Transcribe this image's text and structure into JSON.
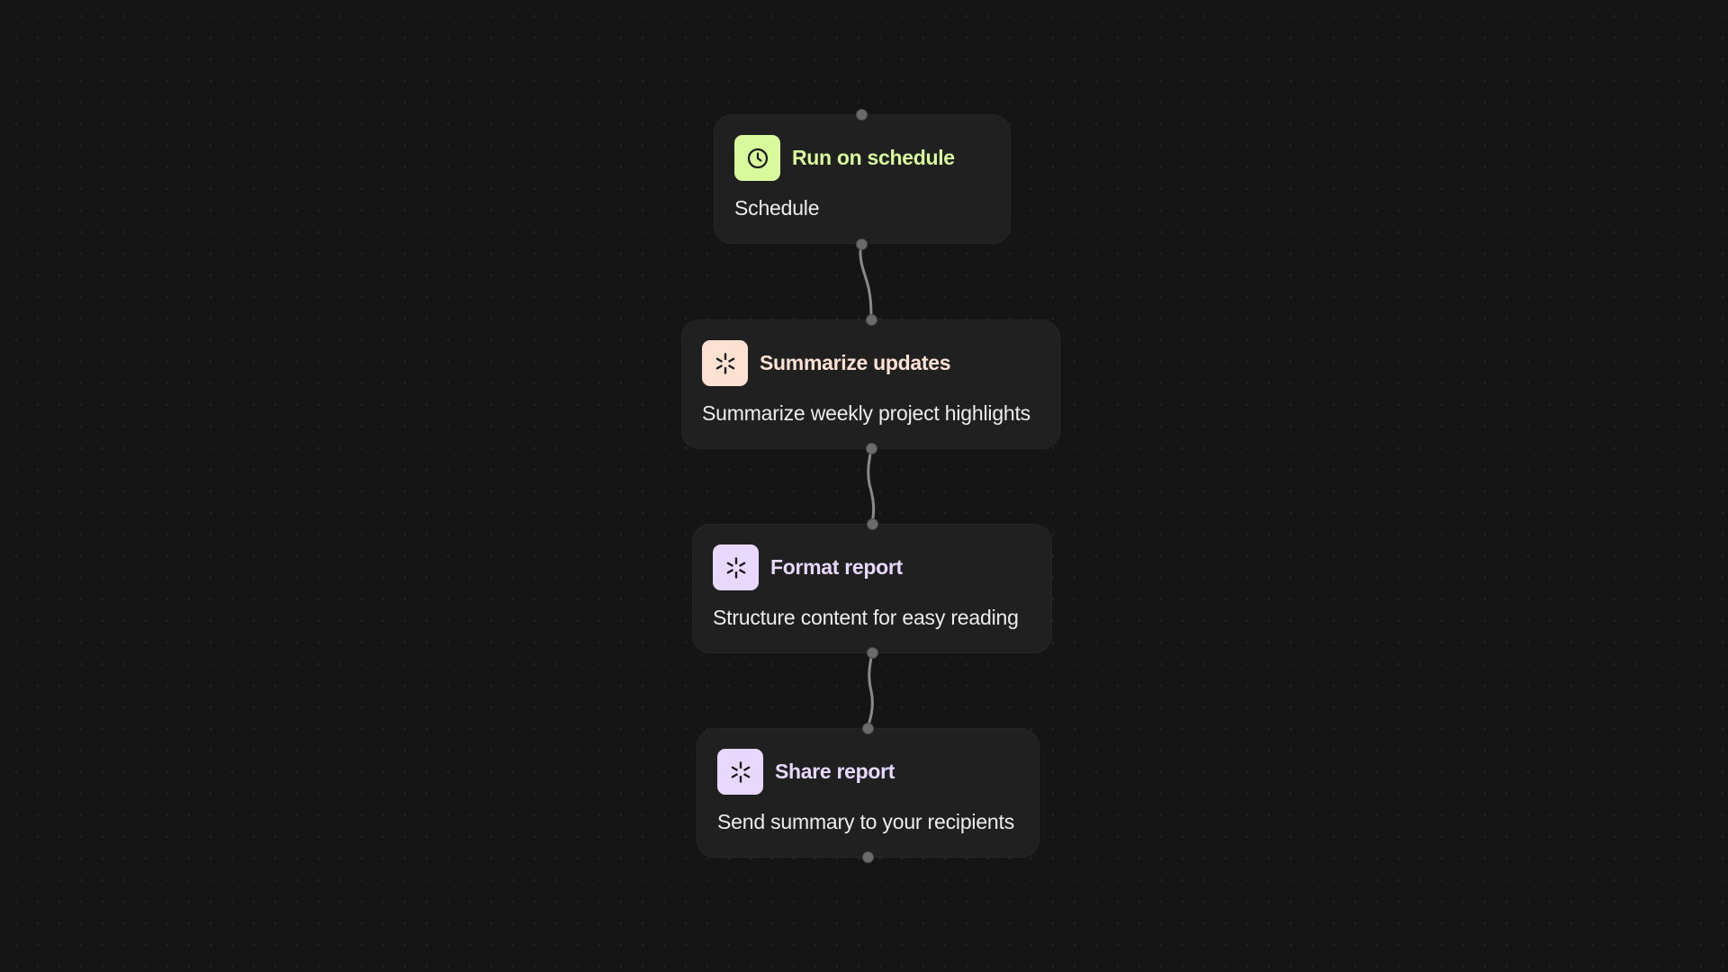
{
  "colors": {
    "background": "#151515",
    "node_bg": "#202020",
    "edge": "#8a8a8a",
    "port": "#6b6b6b"
  },
  "nodes": [
    {
      "title": "Run on schedule",
      "description": "Schedule",
      "icon": "clock-icon",
      "icon_bg": "#d9f99d",
      "title_color": "#d9f99d"
    },
    {
      "title": "Summarize updates",
      "description": "Summarize weekly project highlights",
      "icon": "asterisk-icon",
      "icon_bg": "#fde2d4",
      "title_color": "#fde2d4"
    },
    {
      "title": "Format report",
      "description": "Structure content for easy reading",
      "icon": "asterisk-icon",
      "icon_bg": "#e9d8fd",
      "title_color": "#e9d8fd"
    },
    {
      "title": "Share report",
      "description": "Send summary to your recipients",
      "icon": "asterisk-icon",
      "icon_bg": "#e9d8fd",
      "title_color": "#e9d8fd"
    }
  ]
}
